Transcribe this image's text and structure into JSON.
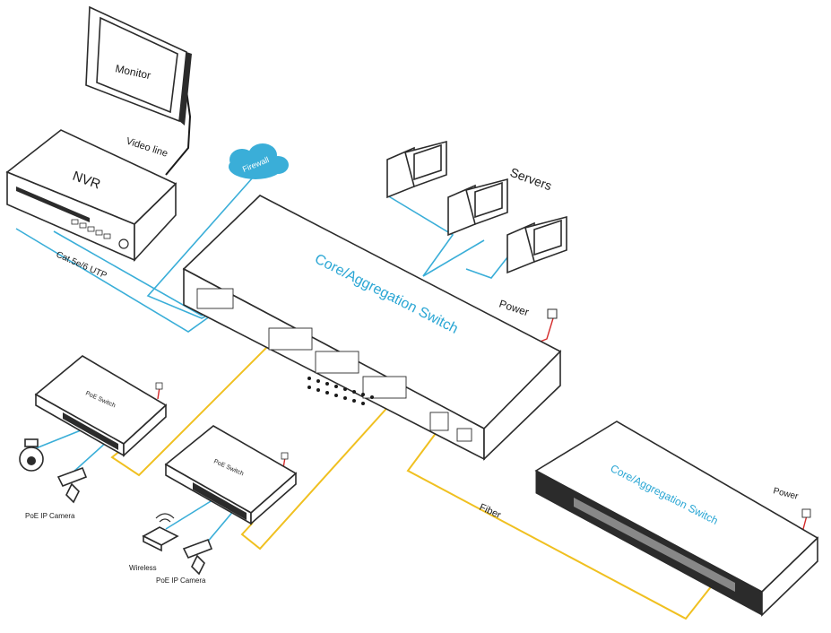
{
  "labels": {
    "monitor": "Monitor",
    "video_line": "Video line",
    "nvr": "NVR",
    "firewall": "Firewall",
    "servers": "Servers",
    "cat_utp": "Cat.5e/6 UTP",
    "core_switch_main": "Core/Aggregation Switch",
    "power_main": "Power",
    "poe_switch_left": "PoE  Switch",
    "poe_switch_mid": "PoE  Switch",
    "poe_camera_left": "PoE IP Camera",
    "wireless": "Wireless",
    "poe_camera_mid": "PoE IP Camera",
    "fiber": "Fiber",
    "core_switch_second": "Core/Aggregation Switch",
    "power_second": "Power"
  },
  "colors": {
    "ethernet_cable": "#3aaed8",
    "fiber_cable": "#f0c020",
    "power_cable": "#d42a2a",
    "video_cable": "#1a1a1a",
    "switch_label": "#2aa6d4",
    "firewall_cloud": "#3aaed8"
  }
}
